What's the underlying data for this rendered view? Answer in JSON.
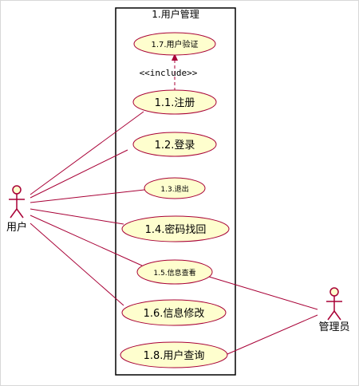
{
  "boundary": {
    "title": "1.用户管理"
  },
  "use_cases": {
    "uc17": "1.7.用户验证",
    "uc11": "1.1.注册",
    "uc12": "1.2.登录",
    "uc13": "1.3.退出",
    "uc14": "1.4.密码找回",
    "uc15": "1.5.信息查看",
    "uc16": "1.6.信息修改",
    "uc18": "1.8.用户查询"
  },
  "stereotype": "<<include>>",
  "actors": {
    "user": "用户",
    "admin": "管理员"
  },
  "colors": {
    "line": "#A80036",
    "ellipse_fill": "#FEFECE",
    "frame": "#000000"
  }
}
